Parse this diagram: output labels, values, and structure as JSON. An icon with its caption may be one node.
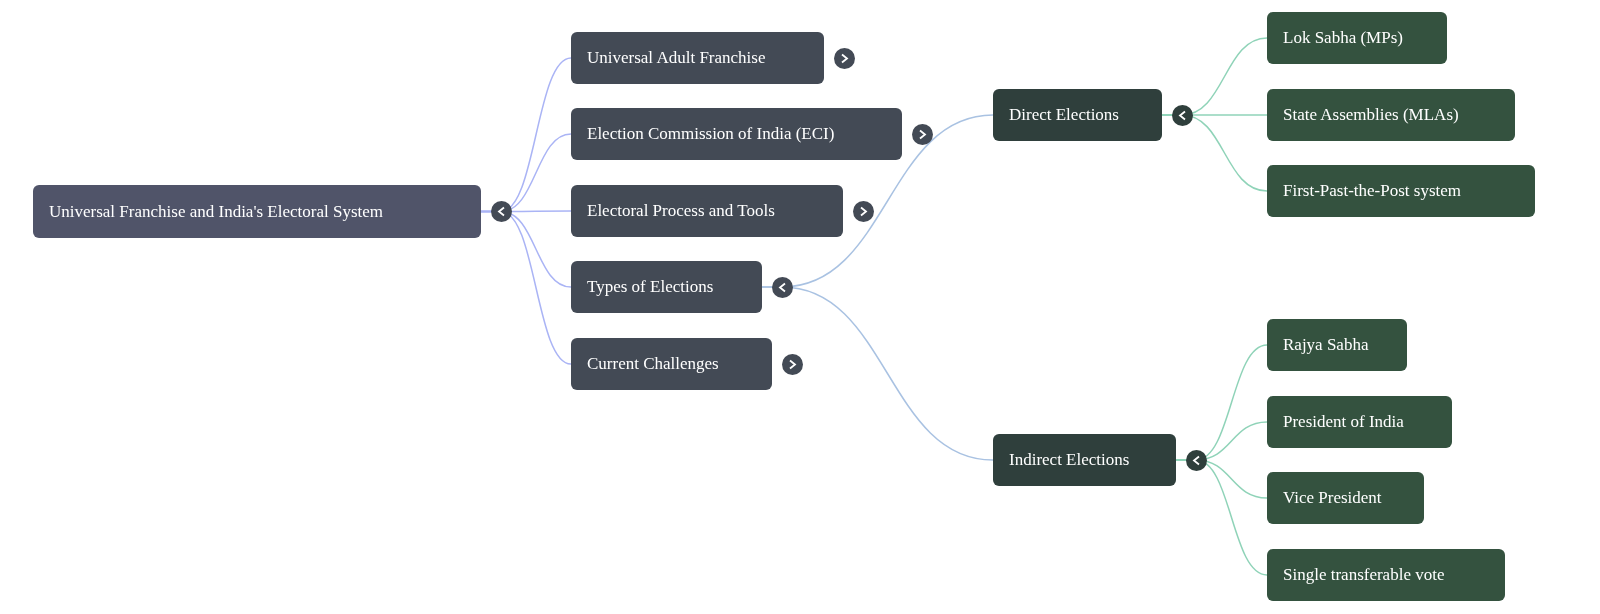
{
  "diagram": {
    "nodes": [
      {
        "text": [
          "Universal Franchise and India's Electoral System"
        ]
      },
      {
        "text": [
          "Universal Adult Franchise"
        ]
      },
      {
        "text": [
          "Election Commission of India (ECI)"
        ]
      },
      {
        "text": [
          "Electoral Process and Tools"
        ]
      },
      {
        "text": [
          "Types of Elections"
        ]
      },
      {
        "text": [
          "Current Challenges"
        ]
      },
      {
        "text": [
          "Direct Elections"
        ]
      },
      {
        "text": [
          "Indirect Elections"
        ]
      },
      {
        "text": [
          "Lok Sabha (MPs)"
        ]
      },
      {
        "text": [
          "State Assemblies (MLAs)"
        ]
      },
      {
        "text": [
          "First-Past-the-Post system"
        ]
      },
      {
        "text": [
          "Rajya Sabha"
        ]
      },
      {
        "text": [
          "President of India"
        ]
      },
      {
        "text": [
          "Vice President"
        ]
      },
      {
        "text": [
          "Single transferable vote"
        ]
      }
    ],
    "edges": [
      {
        "from": 0,
        "to": 1,
        "arrow": "none",
        "color": "#aab4f5"
      },
      {
        "from": 0,
        "to": 2,
        "arrow": "none",
        "color": "#aab4f5"
      },
      {
        "from": 0,
        "to": 3,
        "arrow": "none",
        "color": "#aab4f5"
      },
      {
        "from": 0,
        "to": 4,
        "arrow": "none",
        "color": "#aab4f5"
      },
      {
        "from": 0,
        "to": 5,
        "arrow": "none",
        "color": "#aab4f5"
      },
      {
        "from": 4,
        "to": 6,
        "arrow": "none",
        "color": "#a9c2e2"
      },
      {
        "from": 4,
        "to": 7,
        "arrow": "none",
        "color": "#a9c2e2"
      },
      {
        "from": 6,
        "to": 8,
        "arrow": "none"
      },
      {
        "from": 6,
        "to": 9,
        "arrow": "none"
      },
      {
        "from": 6,
        "to": 10,
        "arrow": "none"
      },
      {
        "from": 7,
        "to": 11,
        "arrow": "none"
      },
      {
        "from": 7,
        "to": 12,
        "arrow": "none"
      },
      {
        "from": 7,
        "to": 13,
        "arrow": "none"
      },
      {
        "from": 7,
        "to": 14,
        "arrow": "none"
      }
    ]
  }
}
